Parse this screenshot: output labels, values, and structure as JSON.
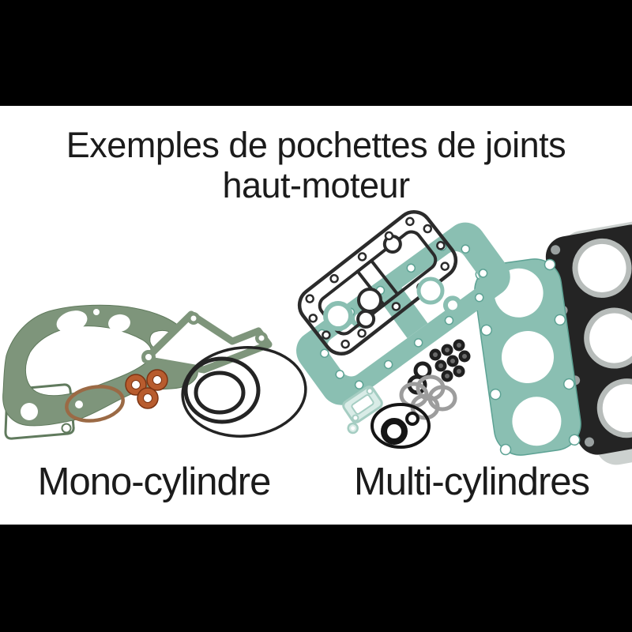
{
  "title": {
    "line1": "Exemples de pochettes de joints",
    "line2": "haut-moteur"
  },
  "labels": {
    "mono": "Mono-cylindre",
    "multi": "Multi-cylindres"
  },
  "colors": {
    "frame": "#000000",
    "photo_bg": "#ffffff",
    "text": "#1b1b1b",
    "sage": "#7e957b",
    "sage_dark": "#607a5d",
    "teal": "#8abfb2",
    "teal_dark": "#5da294",
    "teal_pale": "#d9ece7",
    "copper": "#b85c2e",
    "copper_dark": "#7c3413",
    "brown": "#9b6a45",
    "ink": "#242424",
    "silver": "#b7bcba",
    "gray_ring": "#9d9d9d",
    "gray_gasket": "#ccd1cf"
  }
}
